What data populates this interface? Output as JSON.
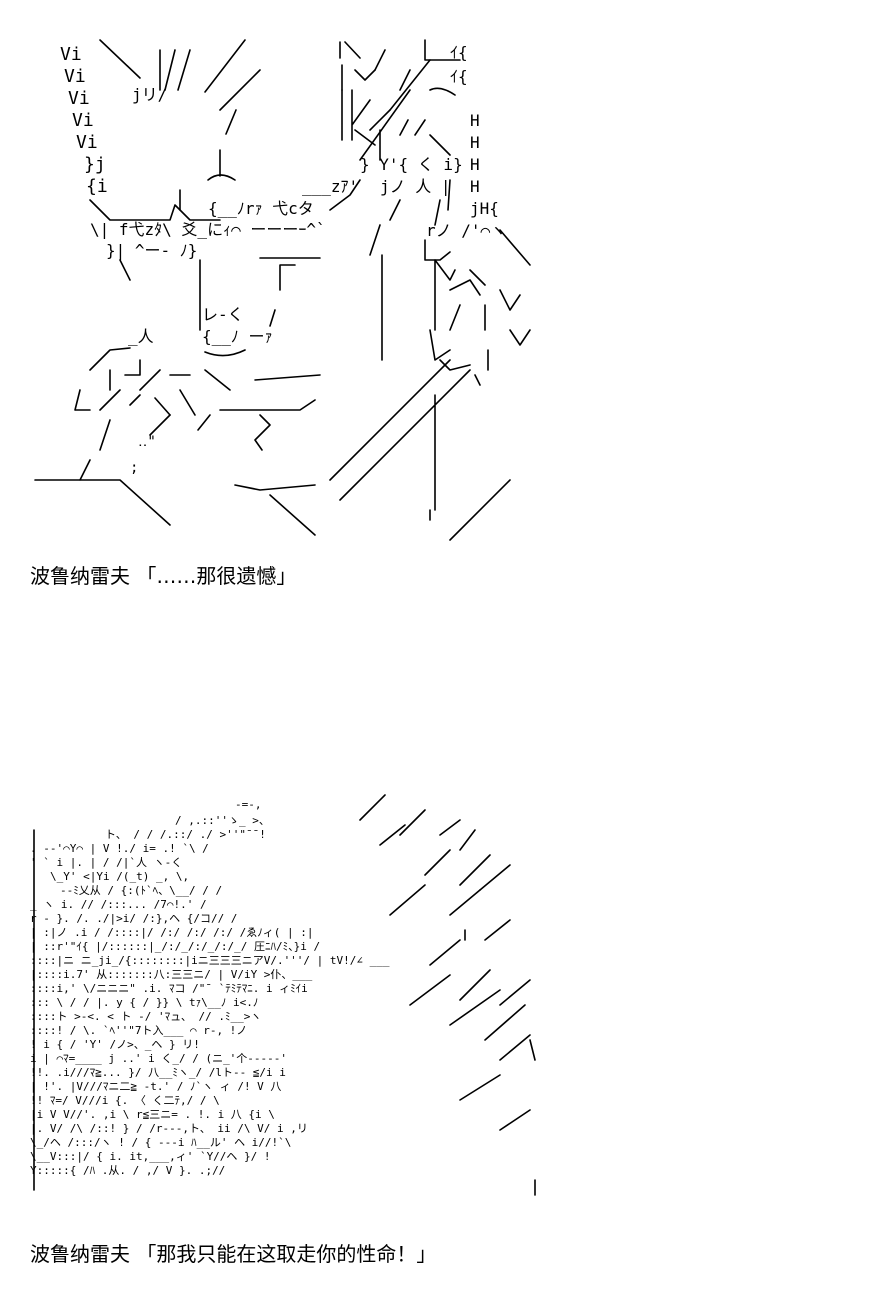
{
  "panels": [
    {
      "speaker": "波鲁纳雷夫",
      "line": "「……那很遗憾」"
    },
    {
      "speaker": "波鲁纳雷夫",
      "line": "「那我只能在这取走你的性命！」"
    }
  ],
  "colors": {
    "background": "#ffffff",
    "ink": "#000000"
  }
}
